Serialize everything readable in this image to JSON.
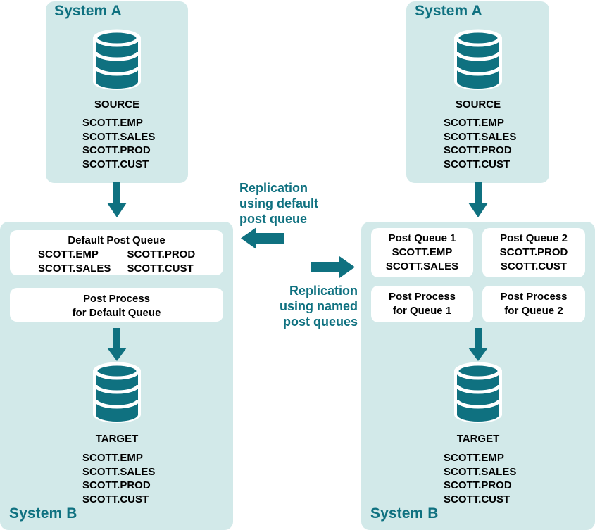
{
  "diagram": {
    "title": "Replication using default post queue vs named post queues",
    "colors": {
      "panel_background": "#d2e9e9",
      "teal_accent": "#0f7180",
      "card_background": "#ffffff",
      "text": "#000000",
      "canvas": "#ffffff"
    }
  },
  "left_flow": {
    "source_panel": {
      "title": "System A",
      "db_caption": "SOURCE",
      "db_icon": "database-cylinder-icon",
      "tables": [
        "SCOTT.EMP",
        "SCOTT.SALES",
        "SCOTT.PROD",
        "SCOTT.CUST"
      ]
    },
    "target_panel": {
      "title": "System B",
      "default_queue_card": {
        "heading": "Default Post Queue",
        "column_left": [
          "SCOTT.EMP",
          "SCOTT.SALES"
        ],
        "column_right": [
          "SCOTT.PROD",
          "SCOTT.CUST"
        ]
      },
      "post_process_card": {
        "line1": "Post Process",
        "line2": "for Default Queue"
      },
      "db_caption": "TARGET",
      "db_icon": "database-cylinder-icon",
      "tables": [
        "SCOTT.EMP",
        "SCOTT.SALES",
        "SCOTT.PROD",
        "SCOTT.CUST"
      ]
    }
  },
  "right_flow": {
    "source_panel": {
      "title": "System A",
      "db_caption": "SOURCE",
      "db_icon": "database-cylinder-icon",
      "tables": [
        "SCOTT.EMP",
        "SCOTT.SALES",
        "SCOTT.PROD",
        "SCOTT.CUST"
      ]
    },
    "target_panel": {
      "title": "System B",
      "queue_cards": [
        {
          "heading": "Post Queue 1",
          "tables": [
            "SCOTT.EMP",
            "SCOTT.SALES"
          ]
        },
        {
          "heading": "Post Queue 2",
          "tables": [
            "SCOTT.PROD",
            "SCOTT.CUST"
          ]
        }
      ],
      "process_cards": [
        {
          "line1": "Post Process",
          "line2": "for Queue 1"
        },
        {
          "line1": "Post Process",
          "line2": "for Queue 2"
        }
      ],
      "db_caption": "TARGET",
      "db_icon": "database-cylinder-icon",
      "tables": [
        "SCOTT.EMP",
        "SCOTT.SALES",
        "SCOTT.PROD",
        "SCOTT.CUST"
      ]
    }
  },
  "center": {
    "default_label": {
      "line1": "Replication",
      "line2": "using default",
      "line3": "post queue"
    },
    "named_label": {
      "line1": "Replication",
      "line2": "using named",
      "line3": "post queues"
    },
    "left_arrow_icon": "arrow-left-icon",
    "right_arrow_icon": "arrow-right-icon"
  },
  "flow_arrows": {
    "source_to_queue_icon": "arrow-down-icon",
    "process_to_target_icon": "arrow-down-icon"
  }
}
